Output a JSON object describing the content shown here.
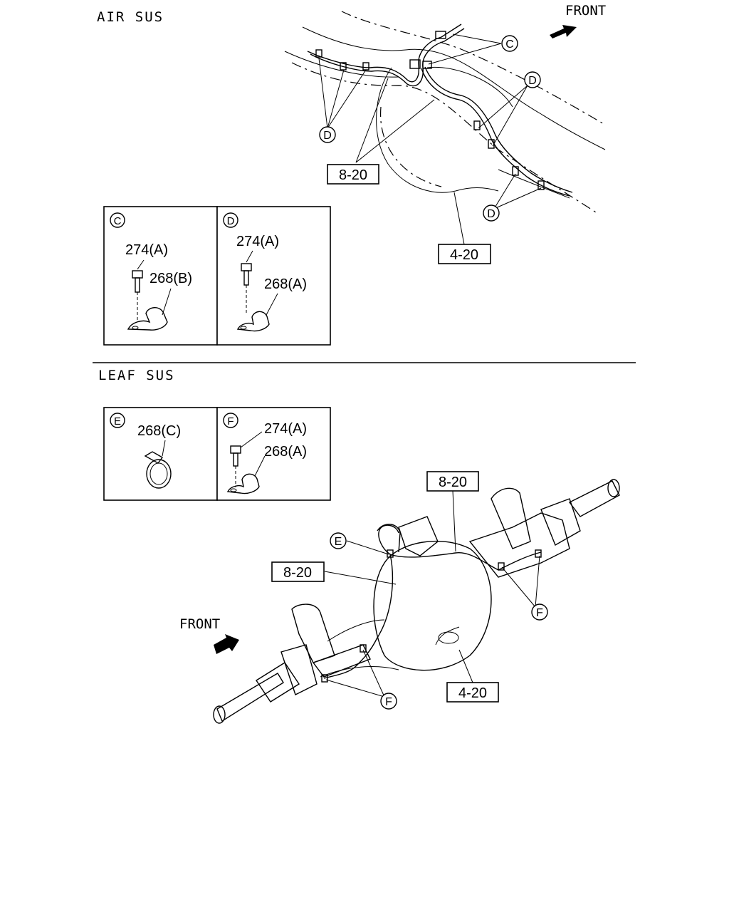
{
  "sections": {
    "air": "AIR SUS",
    "leaf": "LEAF SUS"
  },
  "front_label": "FRONT",
  "callouts": {
    "c": "C",
    "d": "D",
    "e": "E",
    "f": "F"
  },
  "refs": {
    "pipe": "8-20",
    "axle": "4-20"
  },
  "parts": {
    "bolt_a": "274(A)",
    "clip_a": "268(A)",
    "clip_b": "268(B)",
    "clamp_c": "268(C)"
  }
}
